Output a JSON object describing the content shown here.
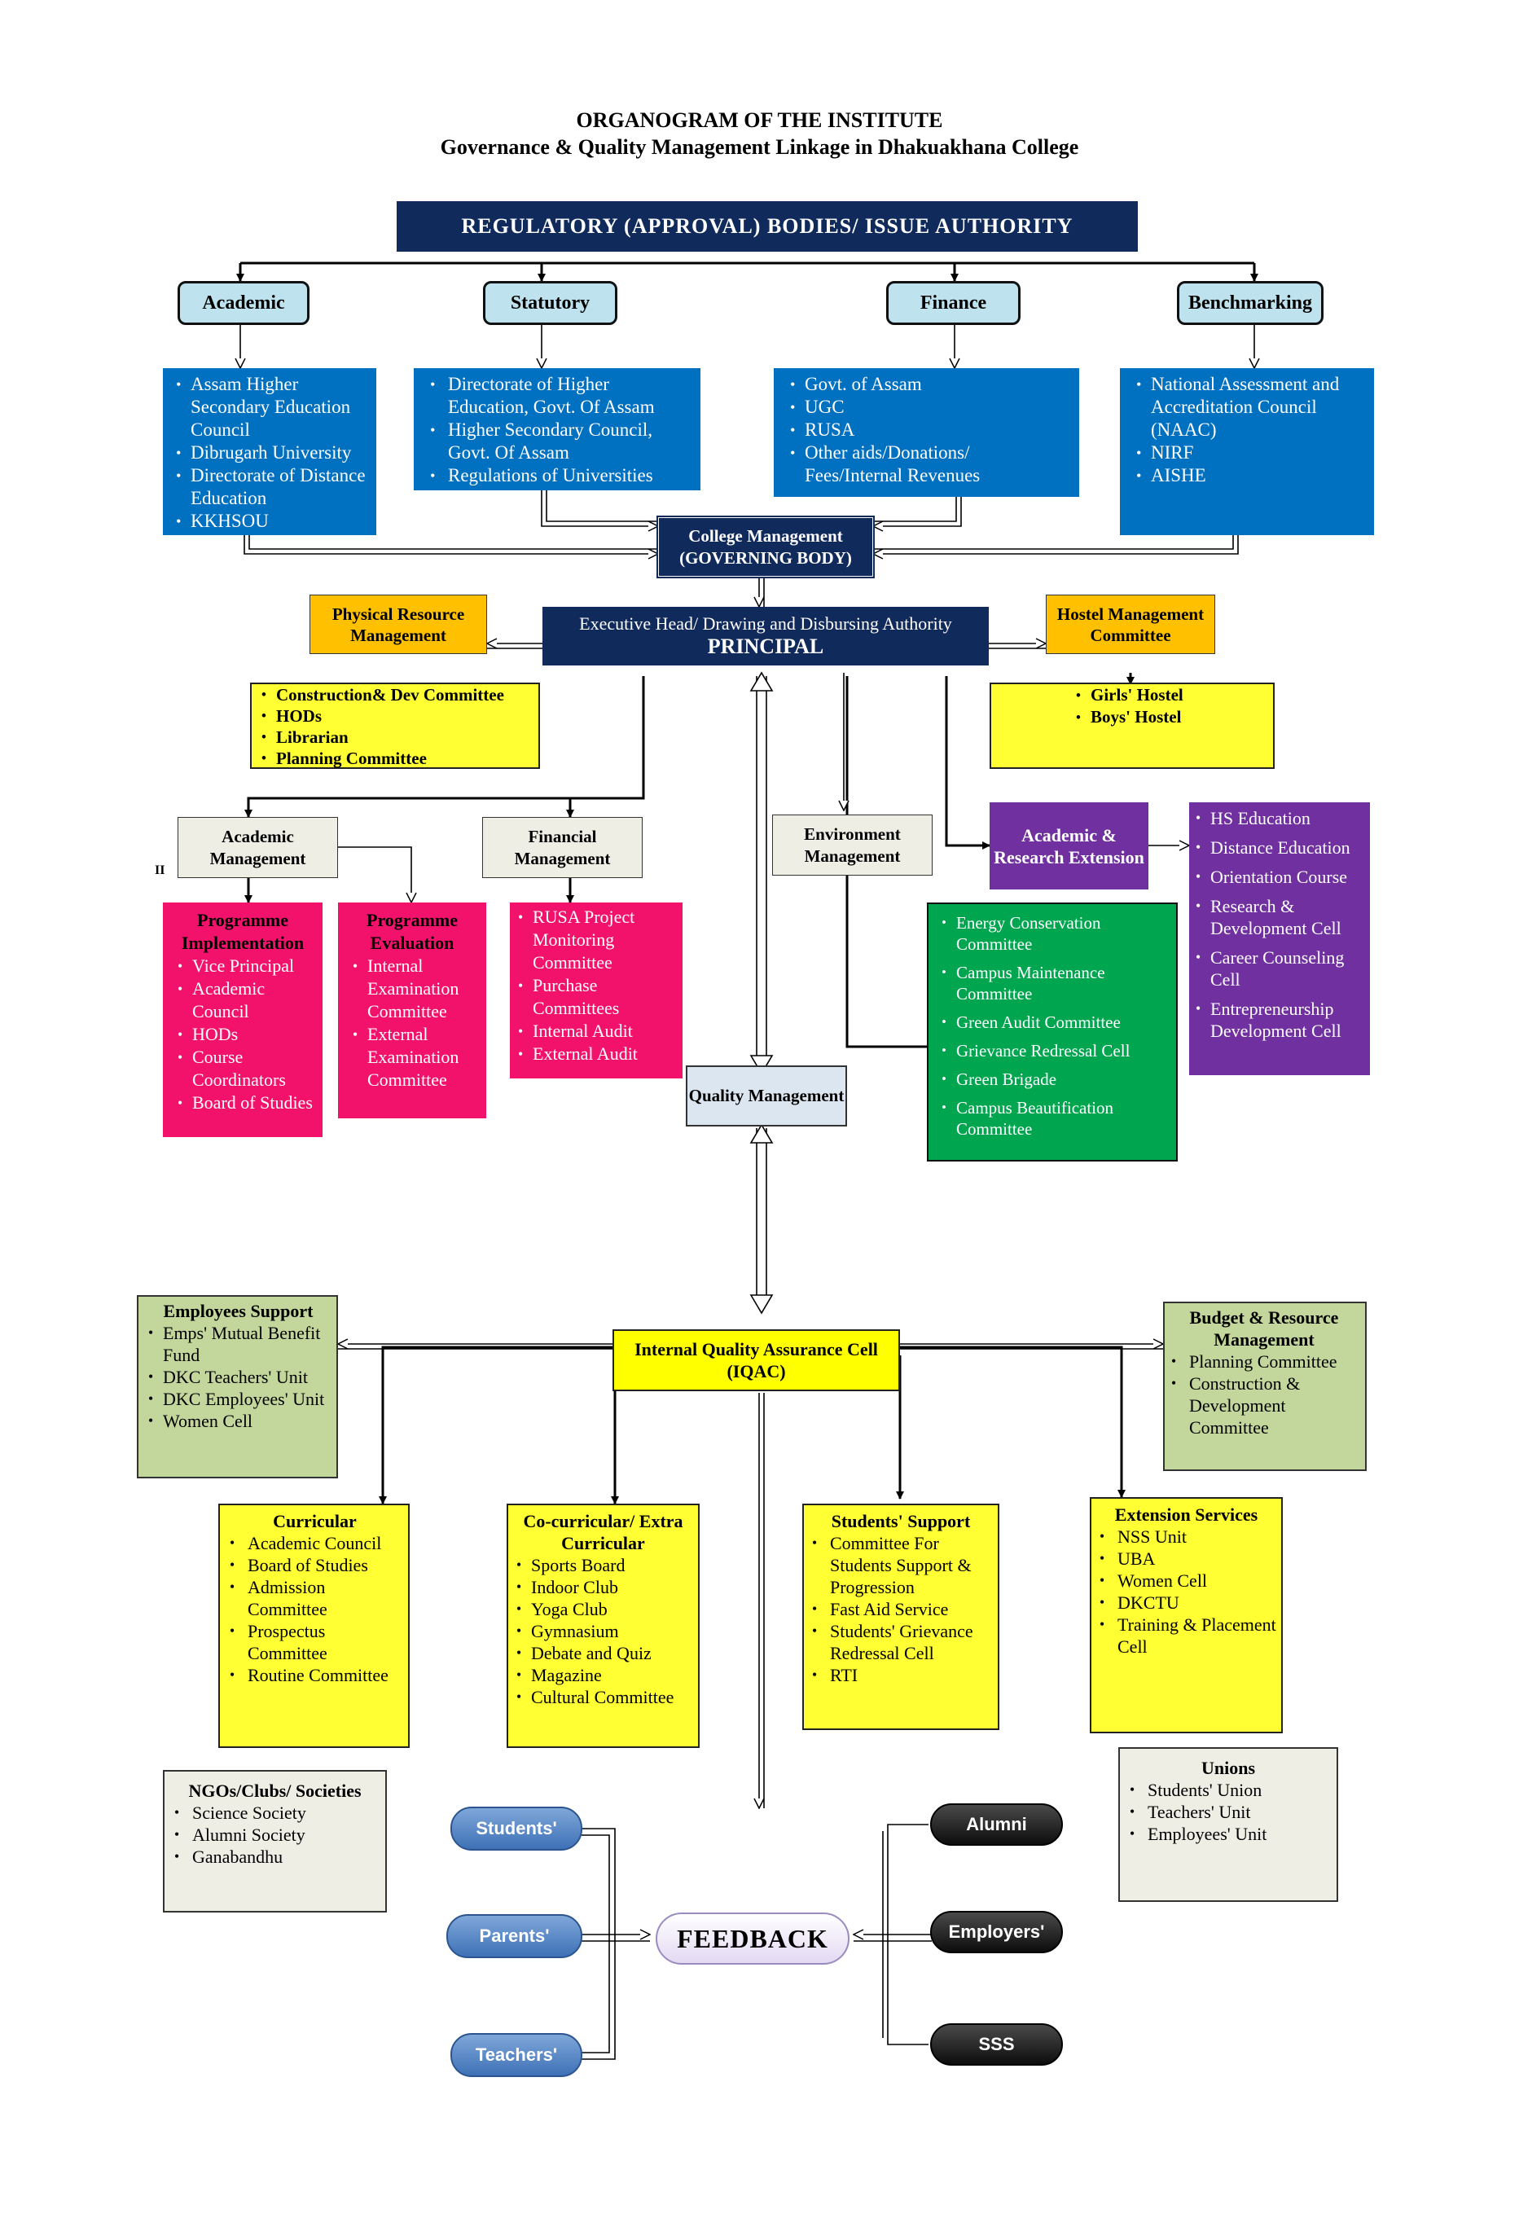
{
  "title": "ORGANOGRAM OF THE INSTITUTE",
  "subtitle": "Governance & Quality Management Linkage in Dhakuakhana College",
  "regulatory": "REGULATORY  (APPROVAL)  BODIES/  ISSUE  AUTHORITY",
  "categories": {
    "academic": "Academic",
    "statutory": "Statutory",
    "finance": "Finance",
    "benchmarking": "Benchmarking"
  },
  "academic_bodies": [
    "Assam Higher Secondary Education Council",
    "Dibrugarh University",
    "Directorate of Distance Education",
    "KKHSOU"
  ],
  "statutory_bodies": [
    "Directorate of Higher Education, Govt. Of Assam",
    "Higher Secondary Council, Govt. Of Assam",
    "Regulations of Universities"
  ],
  "finance_bodies": [
    "Govt. of Assam",
    "UGC",
    "RUSA",
    "Other aids/Donations/ Fees/Internal Revenues"
  ],
  "benchmark_bodies": [
    "National Assessment and Accreditation Council (NAAC)",
    "NIRF",
    "AISHE"
  ],
  "governing": {
    "line1": "College Management",
    "line2": "(GOVERNING BODY)"
  },
  "principal": {
    "line1": "Executive Head/ Drawing and Disbursing Authority",
    "line2": "PRINCIPAL"
  },
  "physical": {
    "title": "Physical Resource Management",
    "items": [
      "Construction& Dev  Committee",
      "HODs",
      "Librarian",
      "Planning Committee"
    ]
  },
  "hostel": {
    "title": "Hostel Management Committee",
    "items": [
      "Girls' Hostel",
      "Boys' Hostel"
    ]
  },
  "academic_mgmt": "Academic Management",
  "financial_mgmt": "Financial Management",
  "environment_mgmt": "Environment Management",
  "research_ext": "Academic & Research Extension",
  "stray_mark": "II",
  "prog_impl": {
    "title": "Programme Implementation",
    "items": [
      "Vice Principal",
      "Academic Council",
      "HODs",
      "Course Coordinators",
      "Board of Studies"
    ]
  },
  "prog_eval": {
    "title": "Programme Evaluation",
    "items": [
      "Internal Examination Committee",
      "External Examination Committee"
    ]
  },
  "finance_items": [
    "RUSA Project Monitoring Committee",
    "Purchase Committees",
    "Internal  Audit",
    "External Audit"
  ],
  "env_items": [
    "Energy Conservation Committee",
    "Campus Maintenance Committee",
    "Green Audit Committee",
    "Grievance Redressal Cell",
    "Green Brigade",
    "Campus Beautification Committee"
  ],
  "ext_items": [
    "HS Education",
    "Distance Education",
    "Orientation Course",
    "Research & Development Cell",
    "Career Counseling Cell",
    "Entrepreneurship Development Cell"
  ],
  "quality": "Quality Management",
  "iqac": {
    "line1": "Internal Quality Assurance Cell",
    "line2": "(IQAC)"
  },
  "employees": {
    "title": "Employees  Support",
    "items": [
      "Emps' Mutual Benefit Fund",
      "DKC Teachers' Unit",
      "DKC Employees' Unit",
      "Women Cell"
    ]
  },
  "budget": {
    "title": "Budget & Resource Management",
    "items": [
      "Planning Committee",
      "Construction & Development Committee"
    ]
  },
  "curricular": {
    "title": "Curricular",
    "items": [
      "Academic Council",
      "Board of Studies",
      "Admission Committee",
      "Prospectus Committee",
      "Routine Committee"
    ]
  },
  "cocurricular": {
    "title": "Co-curricular/ Extra Curricular",
    "items": [
      "Sports Board",
      "Indoor Club",
      "Yoga Club",
      "Gymnasium",
      "Debate and Quiz",
      "Magazine",
      "Cultural Committee"
    ]
  },
  "students_support": {
    "title": "Students'  Support",
    "items": [
      "Committee For Students Support & Progression",
      "Fast Aid Service",
      "Students' Grievance Redressal Cell",
      "RTI"
    ]
  },
  "extension": {
    "title": "Extension  Services",
    "items": [
      "NSS Unit",
      "UBA",
      "Women Cell",
      "DKCTU",
      "Training & Placement Cell"
    ]
  },
  "ngos": {
    "title": "NGOs/Clubs/  Societies",
    "items": [
      "Science Society",
      "Alumni Society",
      "Ganabandhu"
    ]
  },
  "unions": {
    "title": "Unions",
    "items": [
      "Students' Union",
      "Teachers' Unit",
      "Employees'  Unit"
    ]
  },
  "feedback": {
    "center": "FEEDBACK",
    "left": [
      "Students'",
      "Parents'",
      "Teachers'"
    ],
    "right": [
      "Alumni",
      "Employers'",
      "SSS"
    ]
  },
  "colors": {
    "navy": "#102a5c",
    "blue": "#0070c0",
    "yellow": "#ffff33",
    "orange": "#ffc000",
    "pink": "#f2126b",
    "purple": "#7030a0",
    "green": "#00a64f",
    "olive": "#c3d69b"
  }
}
